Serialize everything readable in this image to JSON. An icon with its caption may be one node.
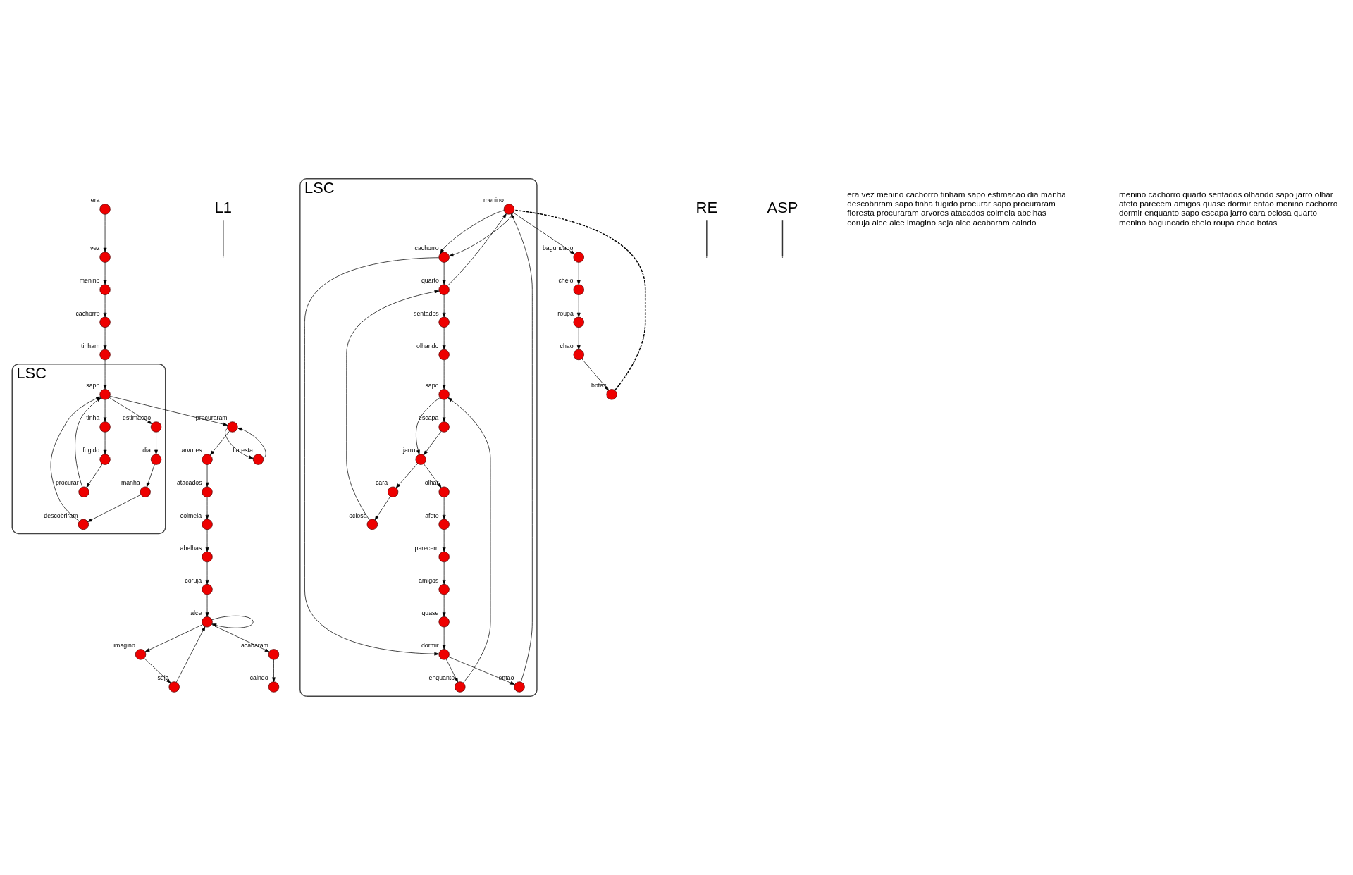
{
  "diagram": {
    "nodes": [
      {
        "text": [
          "LSC"
        ]
      },
      {
        "text": [],
        "shape": "circle",
        "beside": [
          "era"
        ]
      },
      {
        "text": [],
        "shape": "circle",
        "beside": [
          "vez"
        ]
      },
      {
        "text": [],
        "shape": "circle",
        "beside": [
          "menino"
        ]
      },
      {
        "text": [],
        "shape": "circle",
        "beside": [
          "cachorro"
        ]
      },
      {
        "text": [],
        "shape": "circle",
        "beside": [
          "tinham"
        ]
      },
      {
        "text": [],
        "shape": "circle",
        "beside": [
          "sapo"
        ],
        "in": 0
      },
      {
        "text": [],
        "shape": "circle",
        "beside": [
          "estimacao"
        ],
        "in": 0
      },
      {
        "text": [],
        "shape": "circle",
        "beside": [
          "dia"
        ],
        "in": 0
      },
      {
        "text": [],
        "shape": "circle",
        "beside": [
          "manha"
        ],
        "in": 0
      },
      {
        "text": [],
        "shape": "circle",
        "beside": [
          "descobriram"
        ],
        "in": 0
      },
      {
        "text": [],
        "shape": "circle",
        "beside": [
          "tinha"
        ],
        "in": 0
      },
      {
        "text": [],
        "shape": "circle",
        "beside": [
          "fugido"
        ],
        "in": 0
      },
      {
        "text": [],
        "shape": "circle",
        "beside": [
          "procurar"
        ],
        "in": 0
      },
      {
        "text": [],
        "shape": "circle",
        "beside": [
          "procuraram"
        ]
      },
      {
        "text": [],
        "shape": "circle",
        "beside": [
          "floresta"
        ]
      },
      {
        "text": [],
        "shape": "circle",
        "beside": [
          "arvores"
        ]
      },
      {
        "text": [],
        "shape": "circle",
        "beside": [
          "atacados"
        ]
      },
      {
        "text": [],
        "shape": "circle",
        "beside": [
          "colmeia"
        ]
      },
      {
        "text": [],
        "shape": "circle",
        "beside": [
          "abelhas"
        ]
      },
      {
        "text": [],
        "shape": "circle",
        "beside": [
          "coruja"
        ]
      },
      {
        "text": [],
        "shape": "circle",
        "beside": [
          "alce"
        ]
      },
      {
        "text": [],
        "shape": "circle",
        "beside": [
          "imagino"
        ]
      },
      {
        "text": [],
        "shape": "circle",
        "beside": [
          "seja"
        ]
      },
      {
        "text": [],
        "shape": "circle",
        "beside": [
          "acabaram"
        ]
      },
      {
        "text": [],
        "shape": "circle",
        "beside": [
          "caindo"
        ]
      },
      {
        "text": [
          "L1"
        ]
      },
      {
        "text": [
          "LSC"
        ]
      },
      {
        "text": [],
        "shape": "circle",
        "beside": [
          "menino"
        ],
        "in": 27
      },
      {
        "text": [],
        "shape": "circle",
        "beside": [
          "cachorro"
        ],
        "in": 27
      },
      {
        "text": [],
        "shape": "circle",
        "beside": [
          "quarto"
        ],
        "in": 27
      },
      {
        "text": [],
        "shape": "circle",
        "beside": [
          "sentados"
        ],
        "in": 27
      },
      {
        "text": [],
        "shape": "circle",
        "beside": [
          "olhando"
        ],
        "in": 27
      },
      {
        "text": [],
        "shape": "circle",
        "beside": [
          "sapo"
        ],
        "in": 27
      },
      {
        "text": [],
        "shape": "circle",
        "beside": [
          "jarro"
        ],
        "in": 27
      },
      {
        "text": [],
        "shape": "circle",
        "beside": [
          "olhar"
        ],
        "in": 27
      },
      {
        "text": [],
        "shape": "circle",
        "beside": [
          "afeto"
        ],
        "in": 27
      },
      {
        "text": [],
        "shape": "circle",
        "beside": [
          "parecem"
        ],
        "in": 27
      },
      {
        "text": [],
        "shape": "circle",
        "beside": [
          "amigos"
        ],
        "in": 27
      },
      {
        "text": [],
        "shape": "circle",
        "beside": [
          "quase"
        ],
        "in": 27
      },
      {
        "text": [],
        "shape": "circle",
        "beside": [
          "dormir"
        ],
        "in": 27
      },
      {
        "text": [],
        "shape": "circle",
        "beside": [
          "entao"
        ],
        "in": 27
      },
      {
        "text": [],
        "shape": "circle",
        "beside": [
          "enquanto"
        ],
        "in": 27
      },
      {
        "text": [],
        "shape": "circle",
        "beside": [
          "escapa"
        ],
        "in": 27
      },
      {
        "text": [],
        "shape": "circle",
        "beside": [
          "cara"
        ],
        "in": 27
      },
      {
        "text": [],
        "shape": "circle",
        "beside": [
          "ociosa"
        ],
        "in": 27
      },
      {
        "text": [],
        "shape": "circle",
        "beside": [
          "baguncado"
        ]
      },
      {
        "text": [],
        "shape": "circle",
        "beside": [
          "cheio"
        ]
      },
      {
        "text": [],
        "shape": "circle",
        "beside": [
          "roupa"
        ]
      },
      {
        "text": [],
        "shape": "circle",
        "beside": [
          "chao"
        ]
      },
      {
        "text": [],
        "shape": "circle",
        "beside": [
          "botas"
        ]
      },
      {
        "text": [
          "RE"
        ]
      },
      {
        "text": [
          "ASP"
        ]
      }
    ],
    "edges": [
      {
        "from": 1,
        "to": 2,
        "arrow": "to"
      },
      {
        "from": 2,
        "to": 3,
        "arrow": "to"
      },
      {
        "from": 3,
        "to": 4,
        "arrow": "to"
      },
      {
        "from": 4,
        "to": 5,
        "arrow": "to"
      },
      {
        "from": 5,
        "to": 6,
        "arrow": "to"
      },
      {
        "from": 6,
        "to": 7,
        "arrow": "to"
      },
      {
        "from": 7,
        "to": 8,
        "arrow": "to"
      },
      {
        "from": 8,
        "to": 9,
        "arrow": "to"
      },
      {
        "from": 9,
        "to": 10,
        "arrow": "to"
      },
      {
        "from": 10,
        "to": 6,
        "arrow": "to"
      },
      {
        "from": 6,
        "to": 11,
        "arrow": "to"
      },
      {
        "from": 11,
        "to": 12,
        "arrow": "to"
      },
      {
        "from": 12,
        "to": 13,
        "arrow": "to"
      },
      {
        "from": 13,
        "to": 6,
        "arrow": "to"
      },
      {
        "from": 6,
        "to": 14,
        "arrow": "to"
      },
      {
        "from": 14,
        "to": 15,
        "arrow": "to"
      },
      {
        "from": 15,
        "to": 14,
        "arrow": "to"
      },
      {
        "from": 14,
        "to": 16,
        "arrow": "to"
      },
      {
        "from": 16,
        "to": 17,
        "arrow": "to"
      },
      {
        "from": 17,
        "to": 18,
        "arrow": "to"
      },
      {
        "from": 18,
        "to": 19,
        "arrow": "to"
      },
      {
        "from": 19,
        "to": 20,
        "arrow": "to"
      },
      {
        "from": 20,
        "to": 21,
        "arrow": "to"
      },
      {
        "from": 21,
        "to": 21,
        "arrow": "to"
      },
      {
        "from": 21,
        "to": 22,
        "arrow": "to"
      },
      {
        "from": 22,
        "to": 23,
        "arrow": "to"
      },
      {
        "from": 23,
        "to": 21,
        "arrow": "to"
      },
      {
        "from": 21,
        "to": 24,
        "arrow": "to"
      },
      {
        "from": 24,
        "to": 25,
        "arrow": "to"
      },
      {
        "from": 26,
        "to": null,
        "arrow": "none"
      },
      {
        "from": 28,
        "to": 29,
        "arrow": "to"
      },
      {
        "from": 29,
        "to": 30,
        "arrow": "to"
      },
      {
        "from": 30,
        "to": 31,
        "arrow": "to"
      },
      {
        "from": 31,
        "to": 32,
        "arrow": "to"
      },
      {
        "from": 32,
        "to": 33,
        "arrow": "to"
      },
      {
        "from": 33,
        "to": 34,
        "arrow": "to"
      },
      {
        "from": 34,
        "to": 35,
        "arrow": "to"
      },
      {
        "from": 35,
        "to": 36,
        "arrow": "to"
      },
      {
        "from": 36,
        "to": 37,
        "arrow": "to"
      },
      {
        "from": 37,
        "to": 38,
        "arrow": "to"
      },
      {
        "from": 38,
        "to": 39,
        "arrow": "to"
      },
      {
        "from": 39,
        "to": 40,
        "arrow": "to"
      },
      {
        "from": 40,
        "to": 41,
        "arrow": "to"
      },
      {
        "from": 41,
        "to": 28,
        "arrow": "to"
      },
      {
        "from": 28,
        "to": 29,
        "arrow": "to"
      },
      {
        "from": 29,
        "to": 40,
        "arrow": "to"
      },
      {
        "from": 40,
        "to": 42,
        "arrow": "to"
      },
      {
        "from": 42,
        "to": 33,
        "arrow": "to"
      },
      {
        "from": 33,
        "to": 43,
        "arrow": "to"
      },
      {
        "from": 43,
        "to": 34,
        "arrow": "to"
      },
      {
        "from": 34,
        "to": 44,
        "arrow": "to"
      },
      {
        "from": 44,
        "to": 45,
        "arrow": "to"
      },
      {
        "from": 45,
        "to": 30,
        "arrow": "to"
      },
      {
        "from": 30,
        "to": 28,
        "arrow": "to"
      },
      {
        "from": 28,
        "to": 46,
        "arrow": "to"
      },
      {
        "from": 46,
        "to": 47,
        "arrow": "to"
      },
      {
        "from": 47,
        "to": 48,
        "arrow": "to"
      },
      {
        "from": 48,
        "to": 49,
        "arrow": "to"
      },
      {
        "from": 49,
        "to": 50,
        "arrow": "to"
      },
      {
        "from": 50,
        "to": 28,
        "arrow": "none",
        "style": "dashed"
      },
      {
        "from": 51,
        "to": null,
        "arrow": "none"
      },
      {
        "from": 52,
        "to": null,
        "arrow": "none"
      }
    ],
    "labels": [
      "era vez menino cachorro tinham sapo estimacao dia manha descobriram sapo tinha fugido procurar sapo procuraram floresta procuraram arvores atacados colmeia abelhas coruja alce alce imagino seja alce acabaram caindo",
      "menino cachorro quarto sentados olhando sapo jarro olhar afeto parecem amigos quase dormir entao menino cachorro dormir enquanto sapo escapa jarro cara ociosa quarto menino baguncado cheio roupa chao botas"
    ]
  }
}
